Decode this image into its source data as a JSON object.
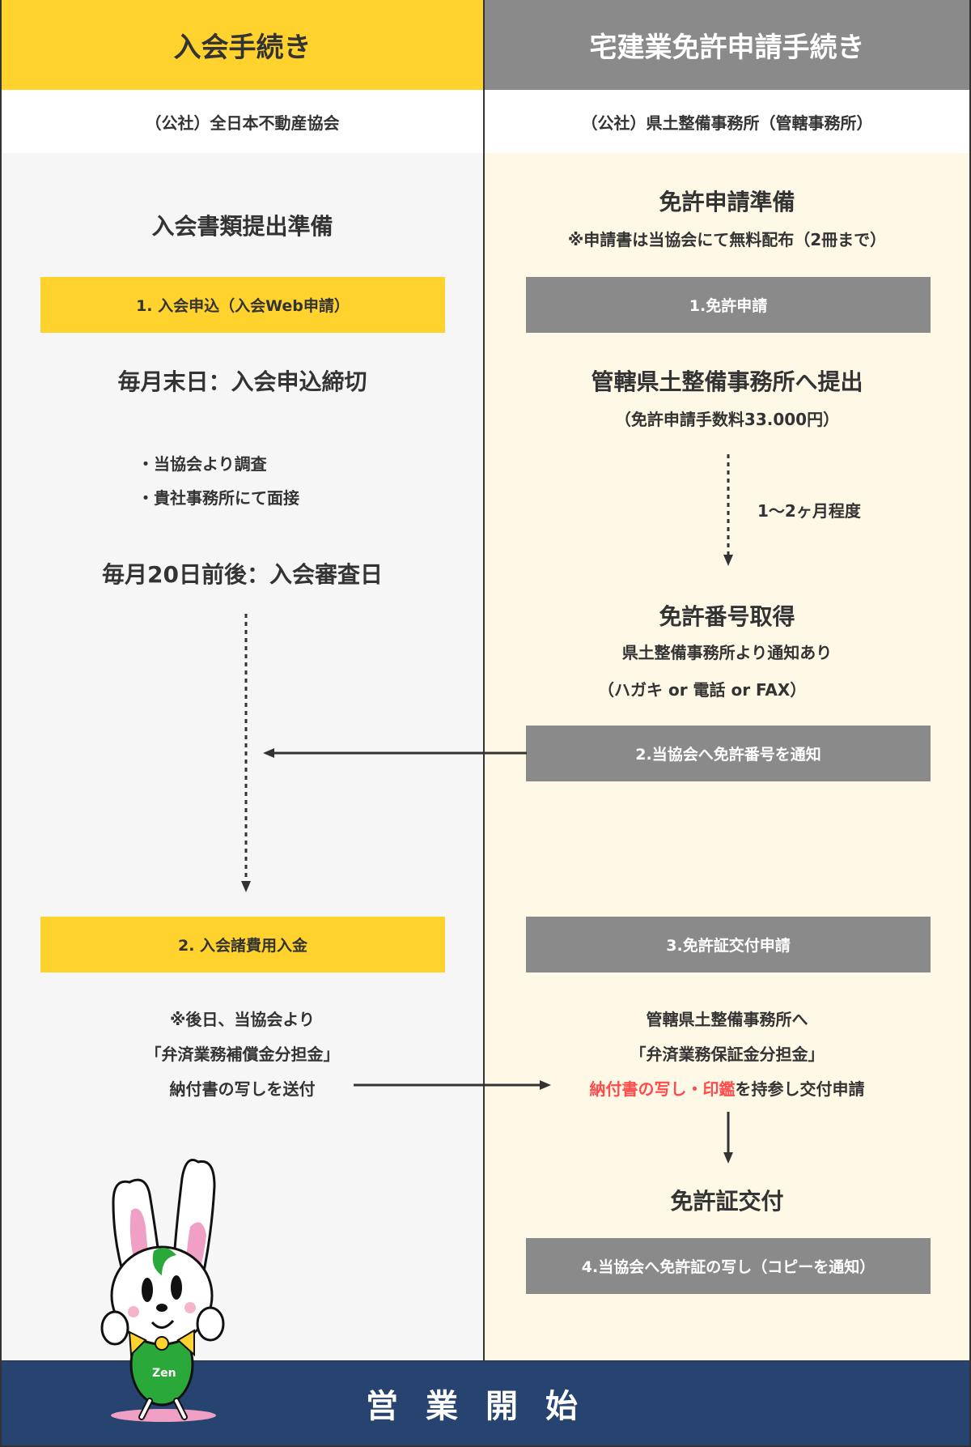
{
  "left": {
    "header": "入会手続き",
    "org": "（公社）全日本不動産協会",
    "prep": "入会書類提出準備",
    "step1": "1. 入会申込（入会Web申請）",
    "deadline": "毎月末日：入会申込締切",
    "bullets": [
      "・当協会より調査",
      "・貴社事務所にて面接"
    ],
    "review": "毎月20日前後：入会審査日",
    "step2": "2. 入会諸費用入金",
    "notes": [
      "※後日、当協会より",
      "「弁済業務補償金分担金」",
      "納付書の写しを送付"
    ],
    "mascot_label": "Zen"
  },
  "right": {
    "header": "宅建業免許申請手続き",
    "org": "（公社）県土整備事務所（管轄事務所）",
    "prep": "免許申請準備",
    "prep_note": "※申請書は当協会にて無料配布（2冊まで）",
    "step1": "1.免許申請",
    "submit": "管轄県土整備事務所へ提出",
    "fee": "（免許申請手数料33.000円）",
    "duration": "1〜2ヶ月程度",
    "number": "免許番号取得",
    "notice": "県土整備事務所より通知あり",
    "notice_method": "（ハガキ or 電話 or FAX）",
    "step2": "2.当協会へ免許番号を通知",
    "step3": "3.免許証交付申請",
    "apply": [
      "管轄県土整備事務所へ",
      "「弁済業務保証金分担金」"
    ],
    "apply_red": "納付書の写し・印鑑",
    "apply_rest": "を持参し交付申請",
    "issue": "免許証交付",
    "step4": "4.当協会へ免許証の写し（コピーを通知）"
  },
  "footer": "営業開始",
  "colors": {
    "yellow": "#ffd22e",
    "gray": "#8a8a8a",
    "navy": "#274370",
    "red": "#ff4b4b"
  }
}
